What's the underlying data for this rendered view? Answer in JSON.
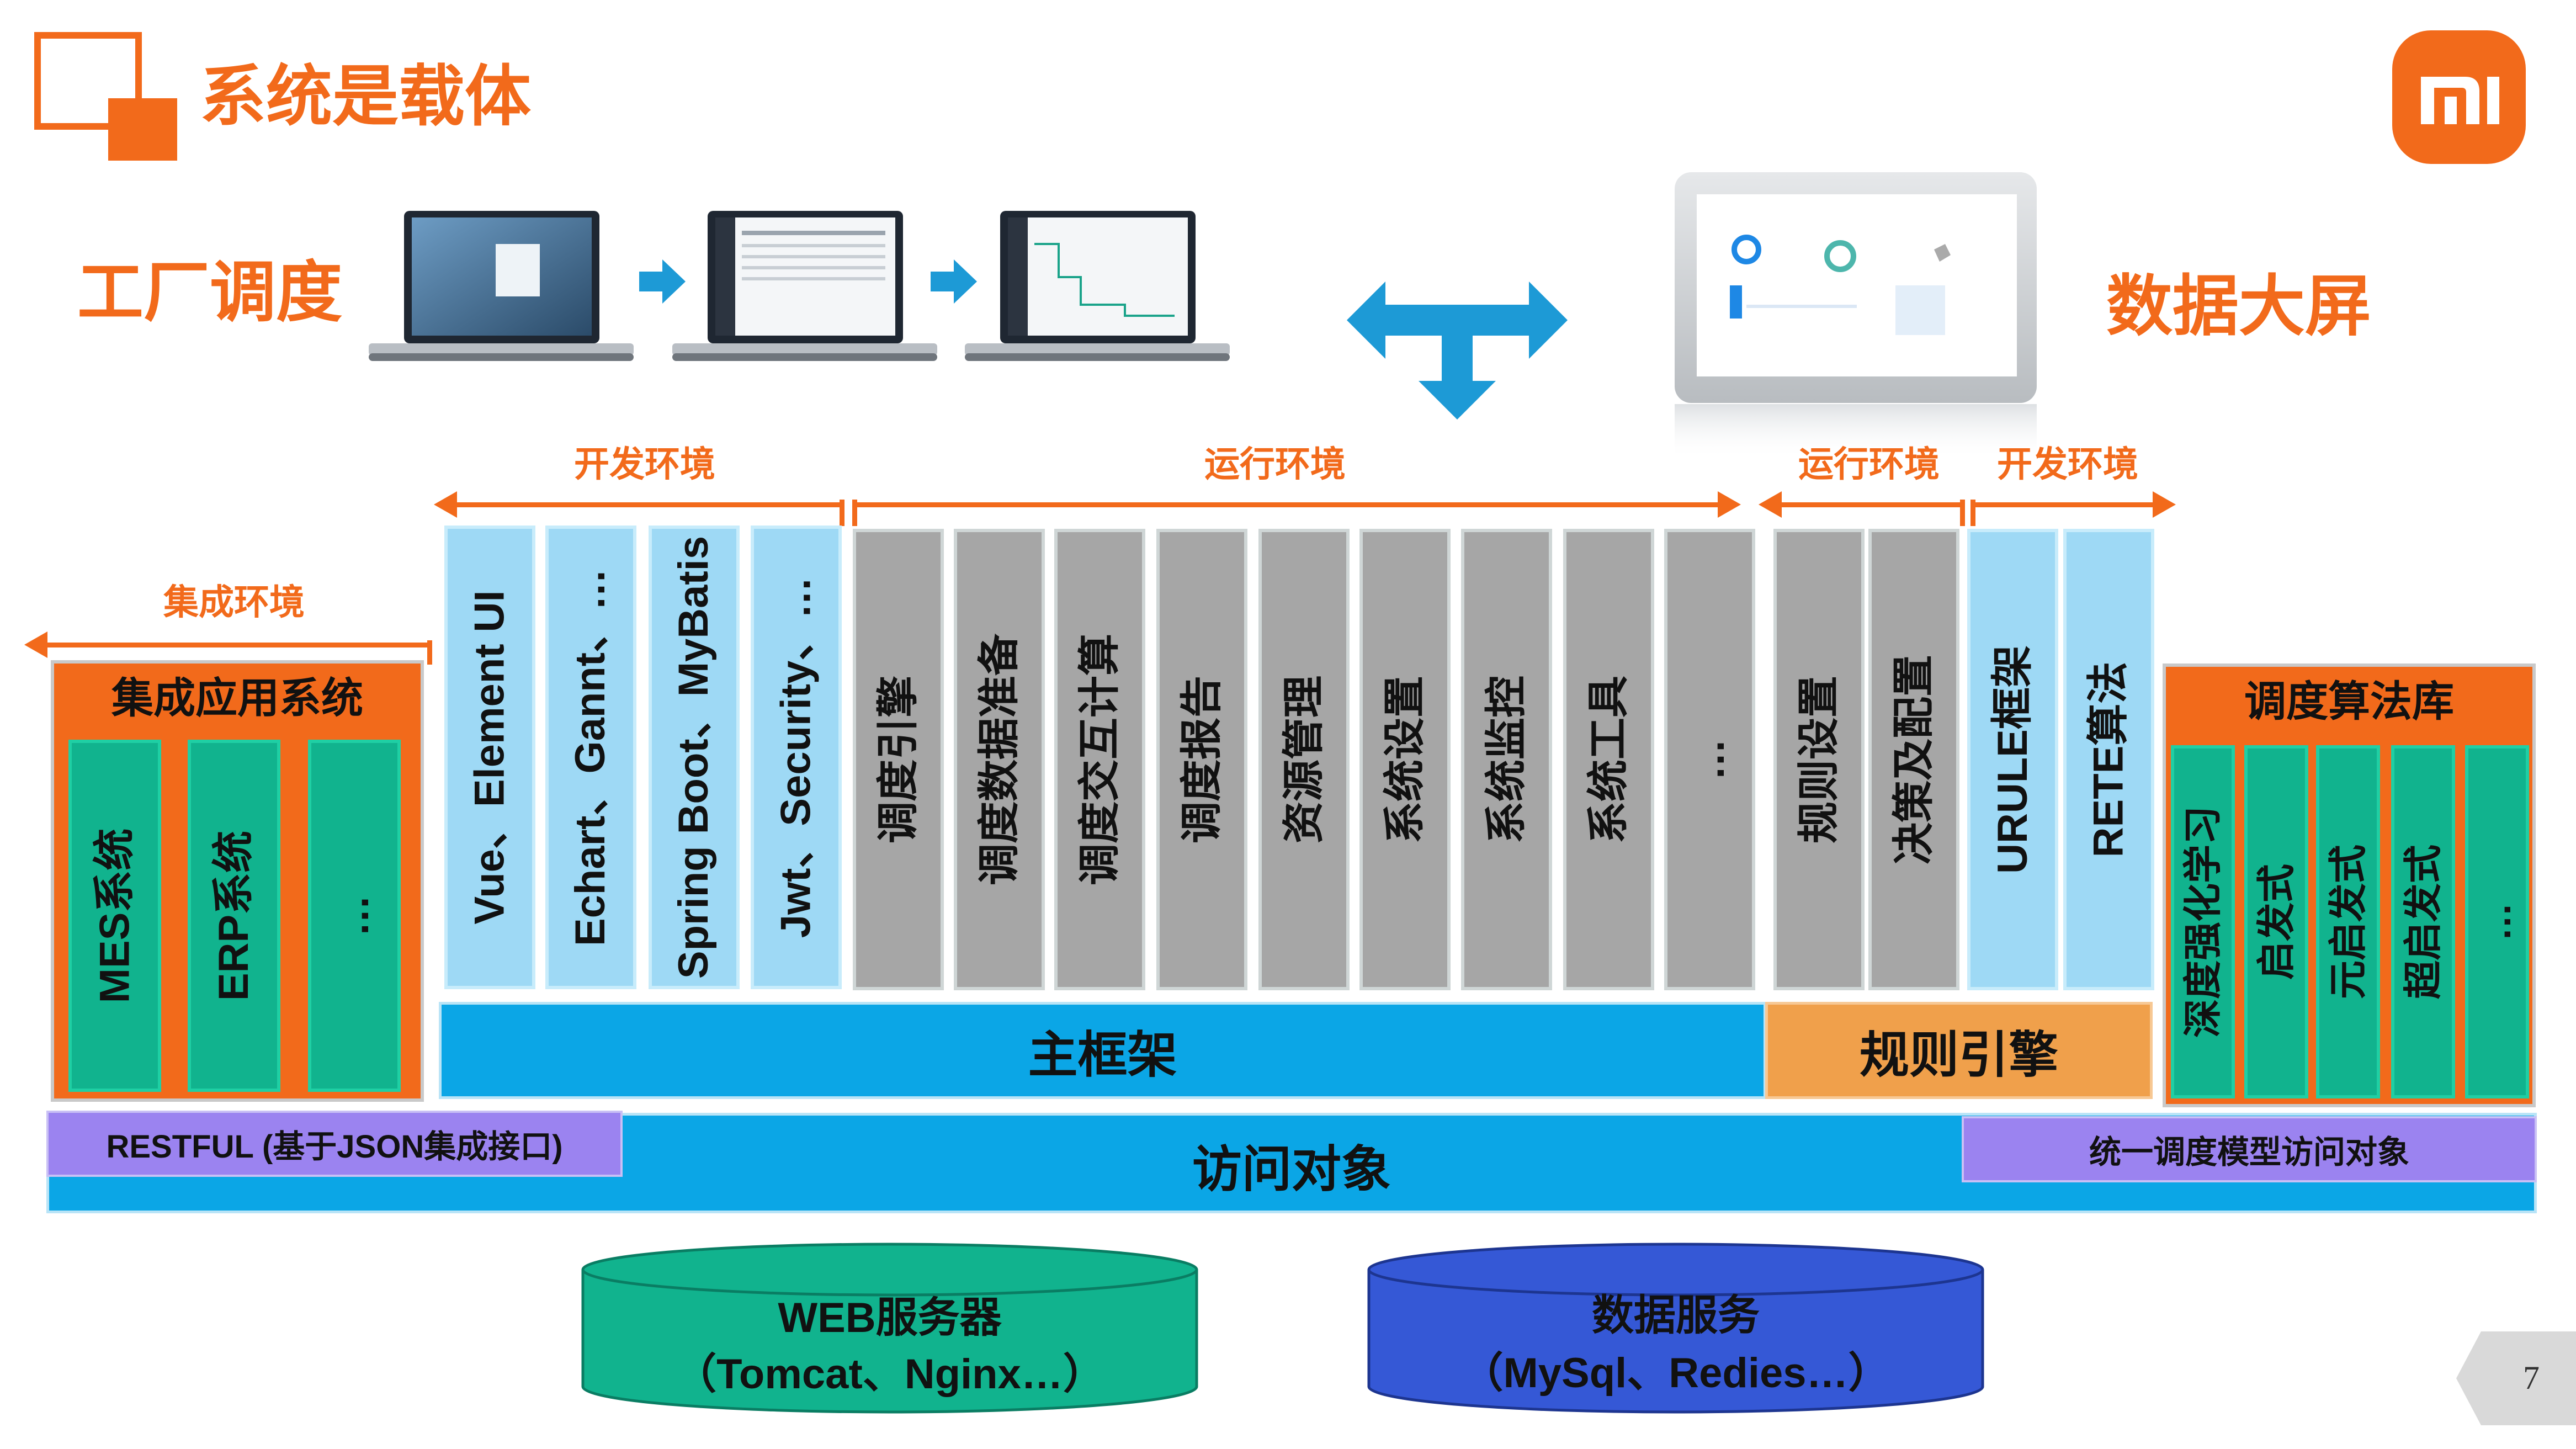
{
  "header": {
    "title": "系统是载体"
  },
  "brand": {
    "logo_icon": "mi-logo-icon",
    "color": "#f26a1b"
  },
  "top": {
    "factory_label": "工厂调度",
    "bigscreen_label": "数据大屏"
  },
  "env": {
    "dev_left": "开发环境",
    "run_middle": "运行环境",
    "run_right": "运行环境",
    "dev_right": "开发环境",
    "integration": "集成环境"
  },
  "integration_box": {
    "title": "集成应用系统",
    "items": [
      "MES系统",
      "ERP系统",
      "…"
    ]
  },
  "tech_columns": [
    "Vue、Element UI",
    "Echart、Gannt、…",
    "Spring Boot、MyBatis",
    "Jwt、Security、…"
  ],
  "function_columns": [
    "调度引擎",
    "调度数据准备",
    "调度交互计算",
    "调度报告",
    "资源管理",
    "系统设置",
    "系统监控",
    "系统工具",
    "…"
  ],
  "rule_columns": [
    "规则设置",
    "决策及配置"
  ],
  "rule_tech_columns": [
    "URULE框架",
    "RETE算法"
  ],
  "bars": {
    "main_framework": "主框架",
    "rule_engine": "规则引擎",
    "access_object": "访问对象",
    "restful": "RESTFUL (基于JSON集成接口)",
    "unified_access": "统一调度模型访问对象"
  },
  "algorithm_box": {
    "title": "调度算法库",
    "items": [
      "深度强化学习",
      "启发式",
      "元启发式",
      "超启发式",
      "…"
    ]
  },
  "servers": {
    "web_title": "WEB服务器",
    "web_sub": "（Tomcat、Nginx…）",
    "data_title": "数据服务",
    "data_sub": "（MySql、Redies…）"
  },
  "page_number": "7",
  "colors": {
    "orange": "#f26a1b",
    "blue": "#0ba6e6",
    "purple": "#9b83f0",
    "green": "#11b38e",
    "rule_orange": "#f0a04b",
    "grey": "#a6a6a6",
    "light_blue": "#9ed9f5",
    "dark_blue": "#3558d6"
  }
}
